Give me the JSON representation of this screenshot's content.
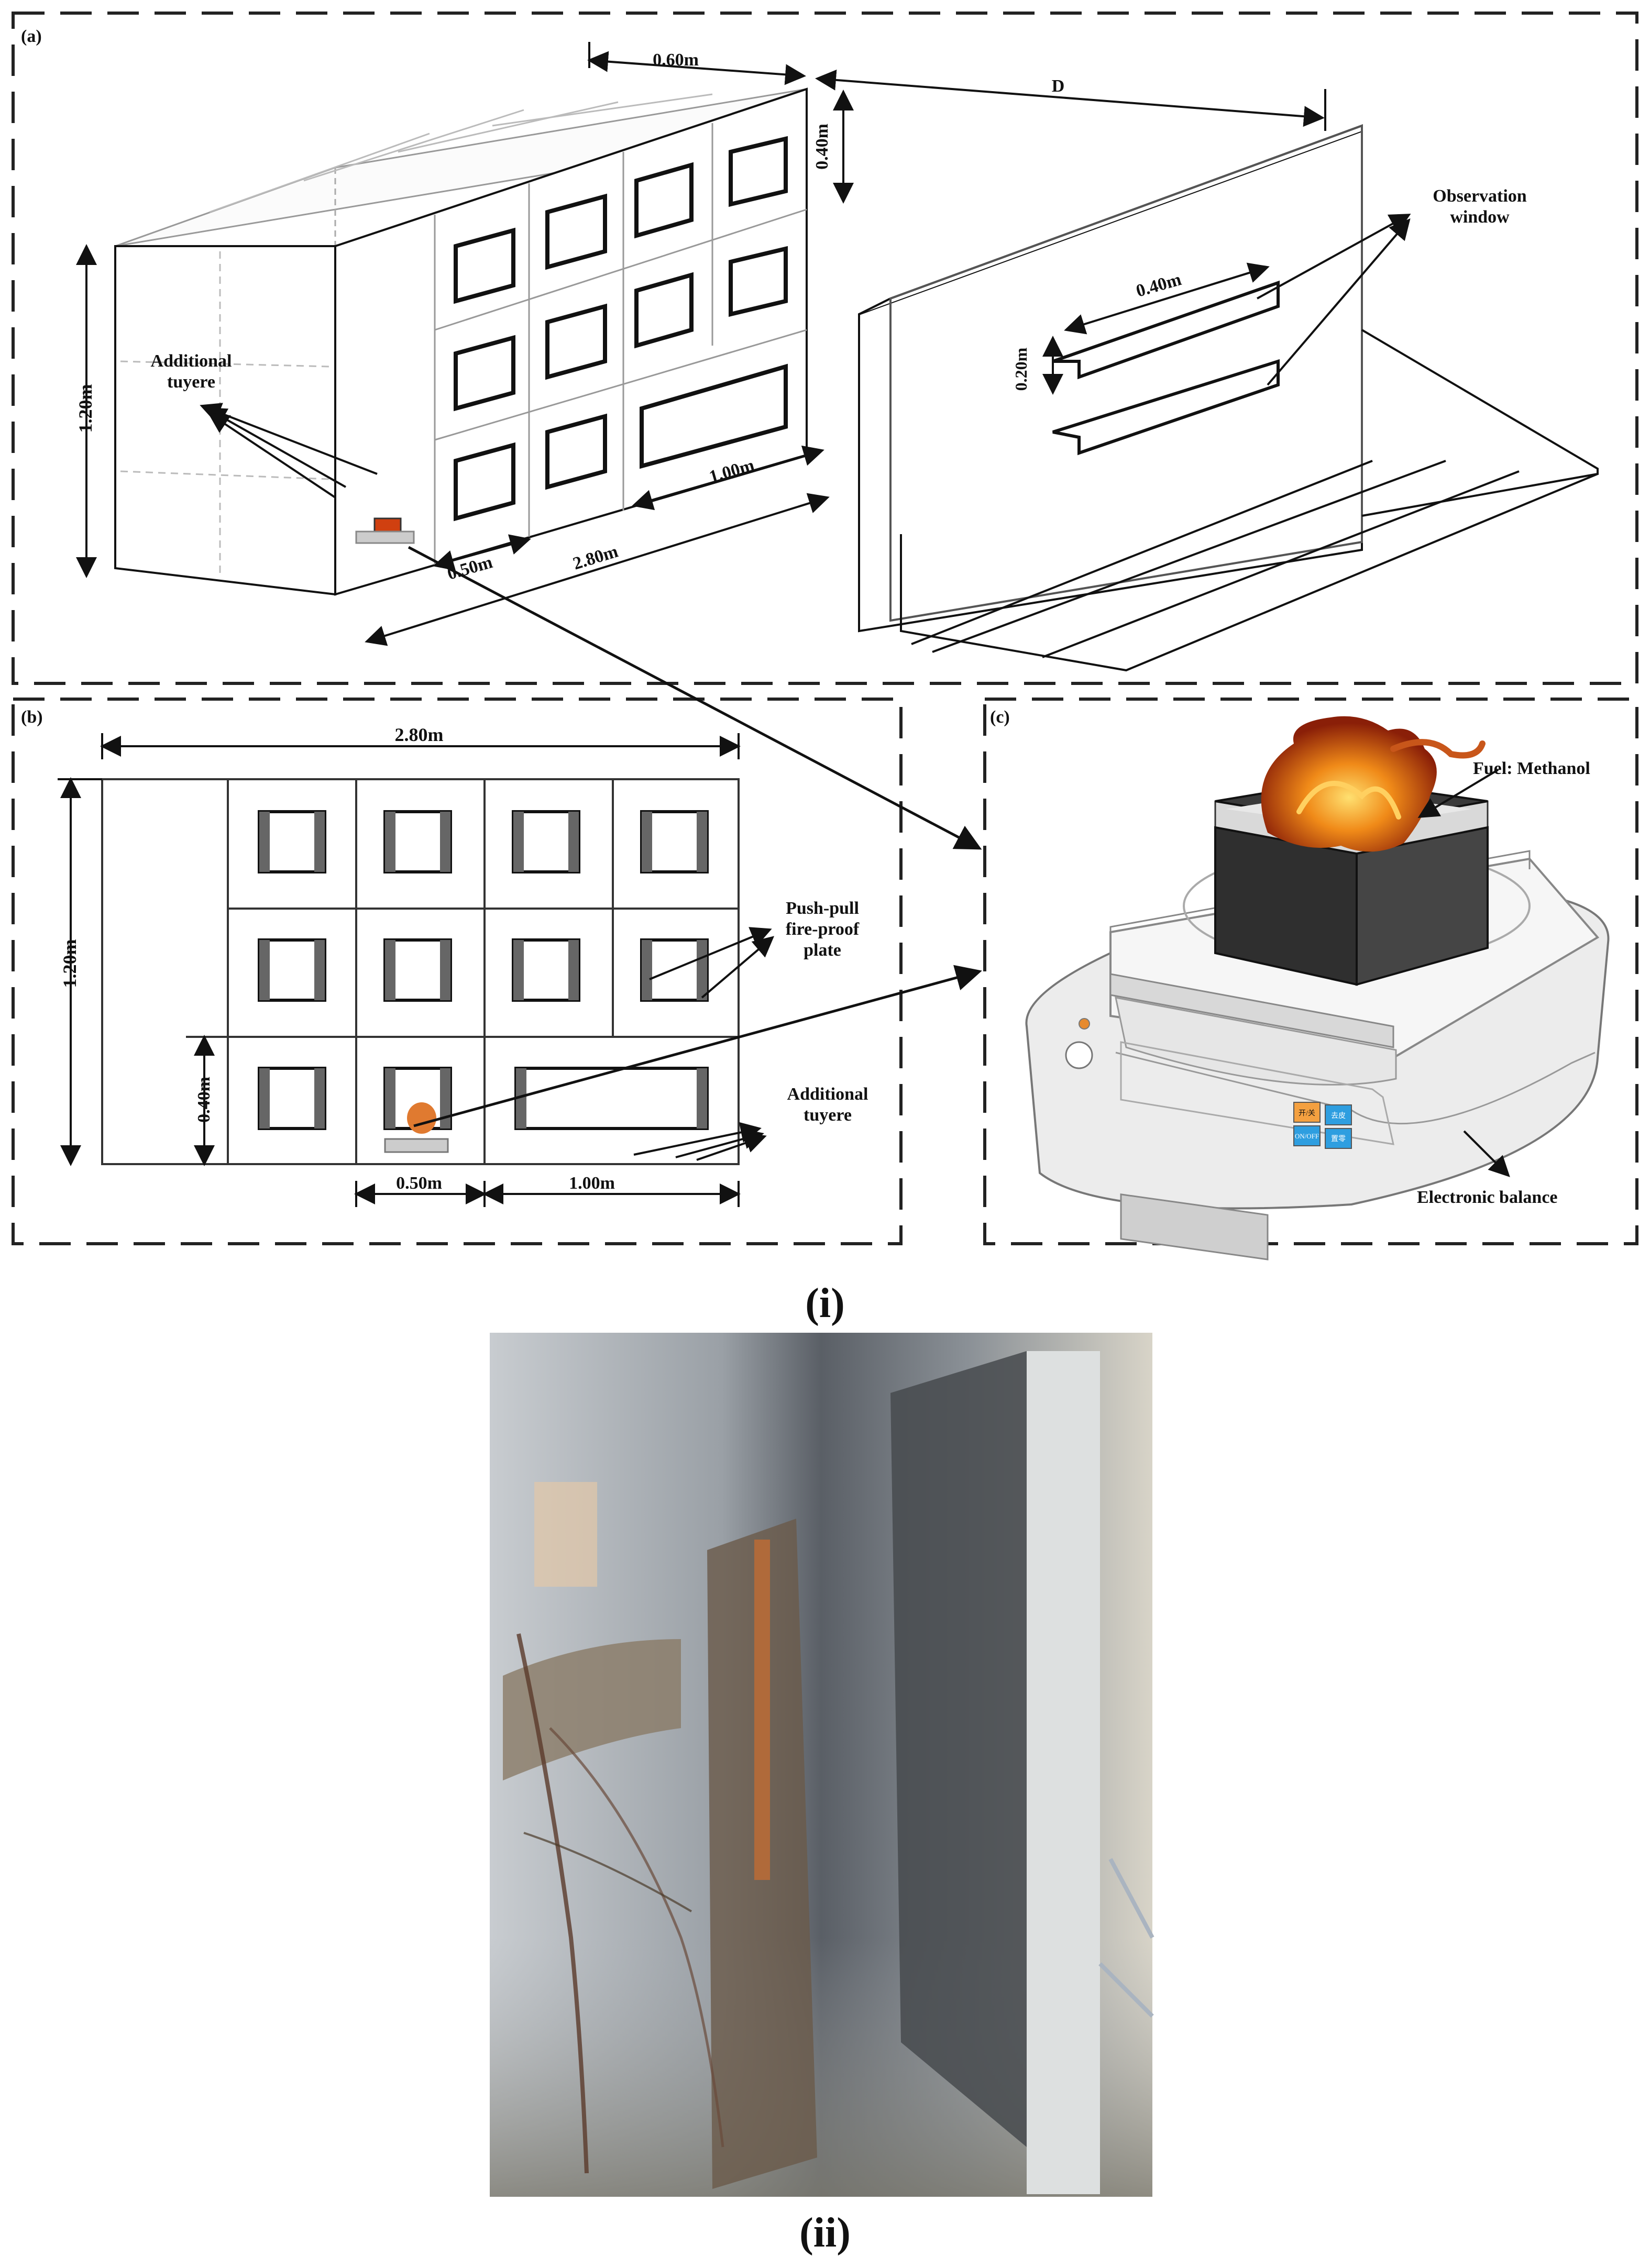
{
  "figure": {
    "panel_a": {
      "label": "(a)",
      "dims": {
        "depth": "0.60m",
        "cell_height": "0.40m",
        "height": "1.20m",
        "front_width": "0.50m",
        "total_width": "2.80m",
        "wide_cell": "1.00m",
        "distance": "D",
        "window_length": "0.40m",
        "window_height": "0.20m"
      },
      "callouts": {
        "observation_window_1": "Observation",
        "observation_window_2": "window",
        "tuyere_1": "Additional",
        "tuyere_2": "tuyere"
      }
    },
    "panel_b": {
      "label": "(b)",
      "dims": {
        "width": "2.80m",
        "height": "1.20m",
        "cell_height": "0.40m",
        "cell_width": "0.50m",
        "wide_cell": "1.00m"
      },
      "callouts": {
        "plate_1": "Push-pull",
        "plate_2": "fire-proof",
        "plate_3": "plate",
        "tuyere_1": "Additional",
        "tuyere_2": "tuyere"
      }
    },
    "panel_c": {
      "label": "(c)",
      "callouts": {
        "fuel": "Fuel: Methanol",
        "balance": "Electronic balance"
      },
      "balance_buttons": [
        "开/关",
        "去皮",
        "ON/OFF",
        "置零"
      ]
    },
    "caption_i": "(i)",
    "caption_ii": "(ii)"
  }
}
